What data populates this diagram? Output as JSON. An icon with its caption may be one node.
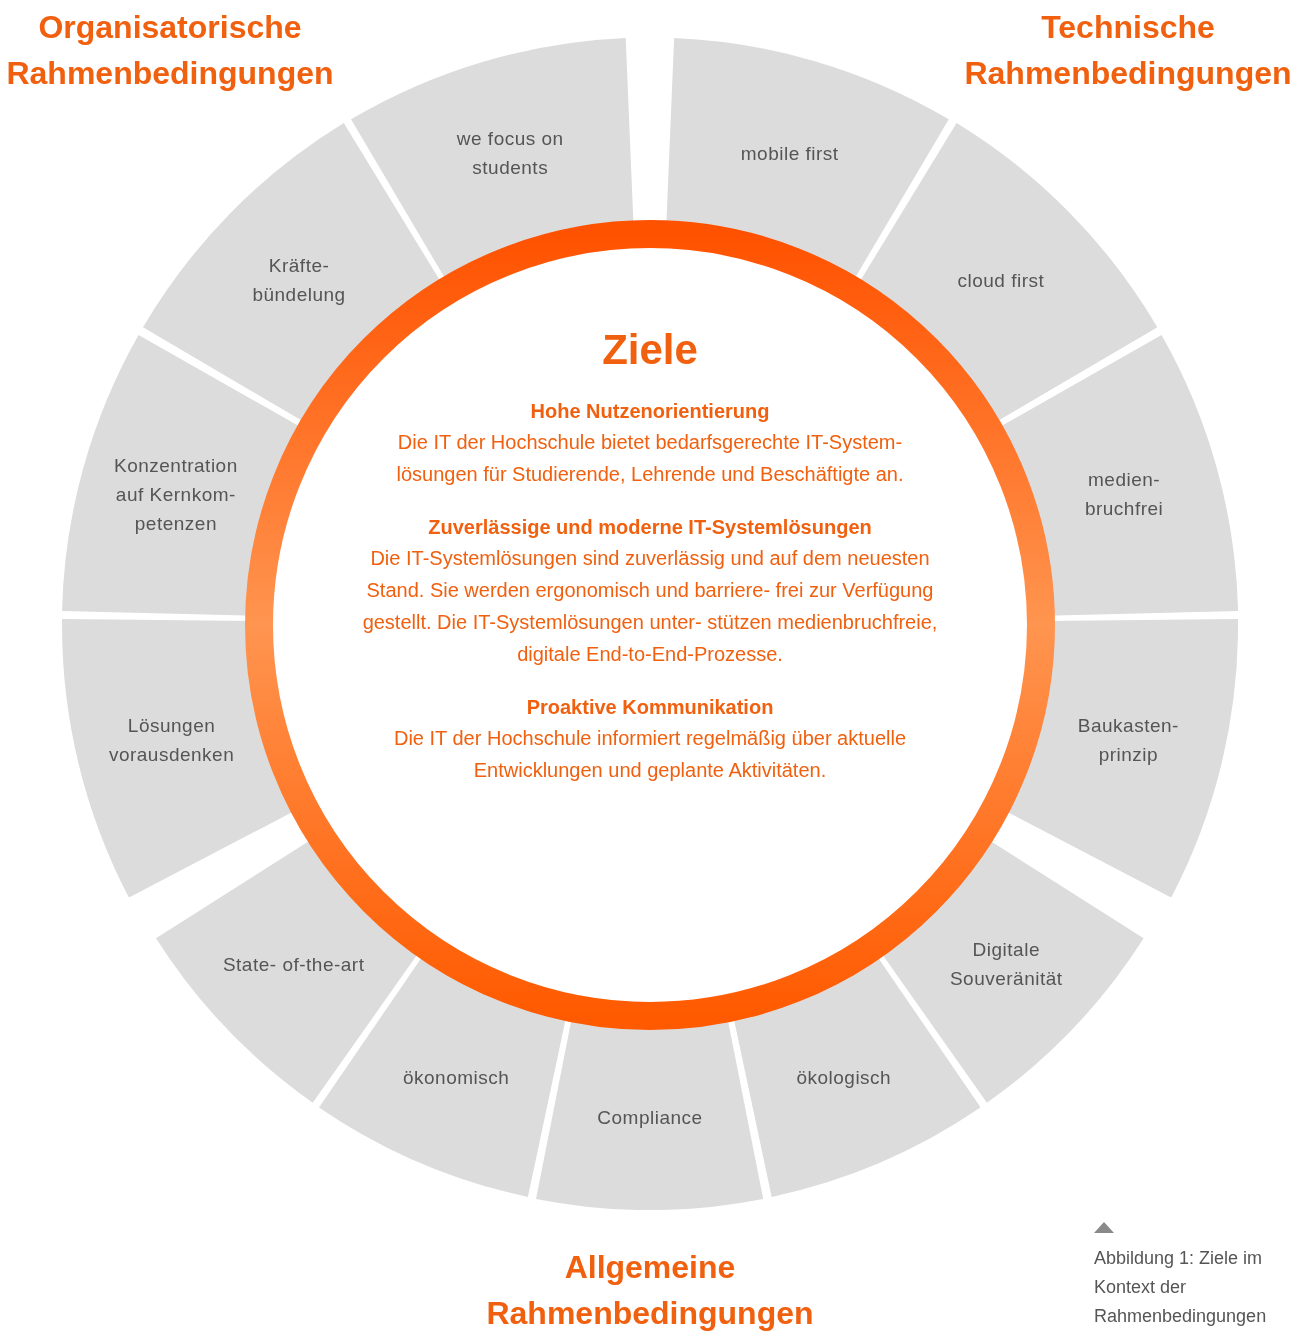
{
  "diagram": {
    "caption": "Abbildung 1: Ziele im Kontext der Rahmenbedingungen",
    "nodes": [
      {
        "text": [
          "Organisatorische Rahmenbedingungen"
        ]
      },
      {
        "text": [
          "we focus on students"
        ],
        "in": 0
      },
      {
        "text": [
          "Kräfte- bündelung"
        ],
        "in": 0
      },
      {
        "text": [
          "Konzentration auf Kernkom- petenzen"
        ],
        "in": 0
      },
      {
        "text": [
          "Lösungen vorausdenken"
        ],
        "in": 0
      },
      {
        "text": [
          "Technische Rahmenbedingungen"
        ]
      },
      {
        "text": [
          "mobile first"
        ],
        "in": 5
      },
      {
        "text": [
          "cloud first"
        ],
        "in": 5
      },
      {
        "text": [
          "medien- bruchfrei"
        ],
        "in": 5
      },
      {
        "text": [
          "Baukasten- prinzip"
        ],
        "in": 5
      },
      {
        "text": [
          "Allgemeine Rahmenbedingungen"
        ]
      },
      {
        "text": [
          "Digitale Souveränität"
        ],
        "in": 10
      },
      {
        "text": [
          "ökologisch"
        ],
        "in": 10
      },
      {
        "text": [
          "Compliance"
        ],
        "in": 10
      },
      {
        "text": [
          "ökonomisch"
        ],
        "in": 10
      },
      {
        "text": [
          "State- of-the-art"
        ],
        "in": 10
      },
      {
        "text": [
          "Ziele",
          "Hohe Nutzenorientierung",
          "Die IT der Hochschule bietet bedarfsgerechte IT-System- lösungen für Studierende, Lehrende und Beschäftigte an.",
          "Zuverlässige und moderne IT-Systemlösungen",
          "Die IT-Systemlösungen sind zuverlässig und auf dem neuesten Stand. Sie werden ergonomisch und barriere- frei zur Verfügung gestellt. Die IT-Systemlösungen unter- stützen medienbruchfreie, digitale End-to-End-Prozesse.",
          "Proaktive Kommunikation",
          "Die IT der Hochschule informiert regelmäßig über aktuelle Entwicklungen und geplante Aktivitäten."
        ]
      }
    ]
  }
}
